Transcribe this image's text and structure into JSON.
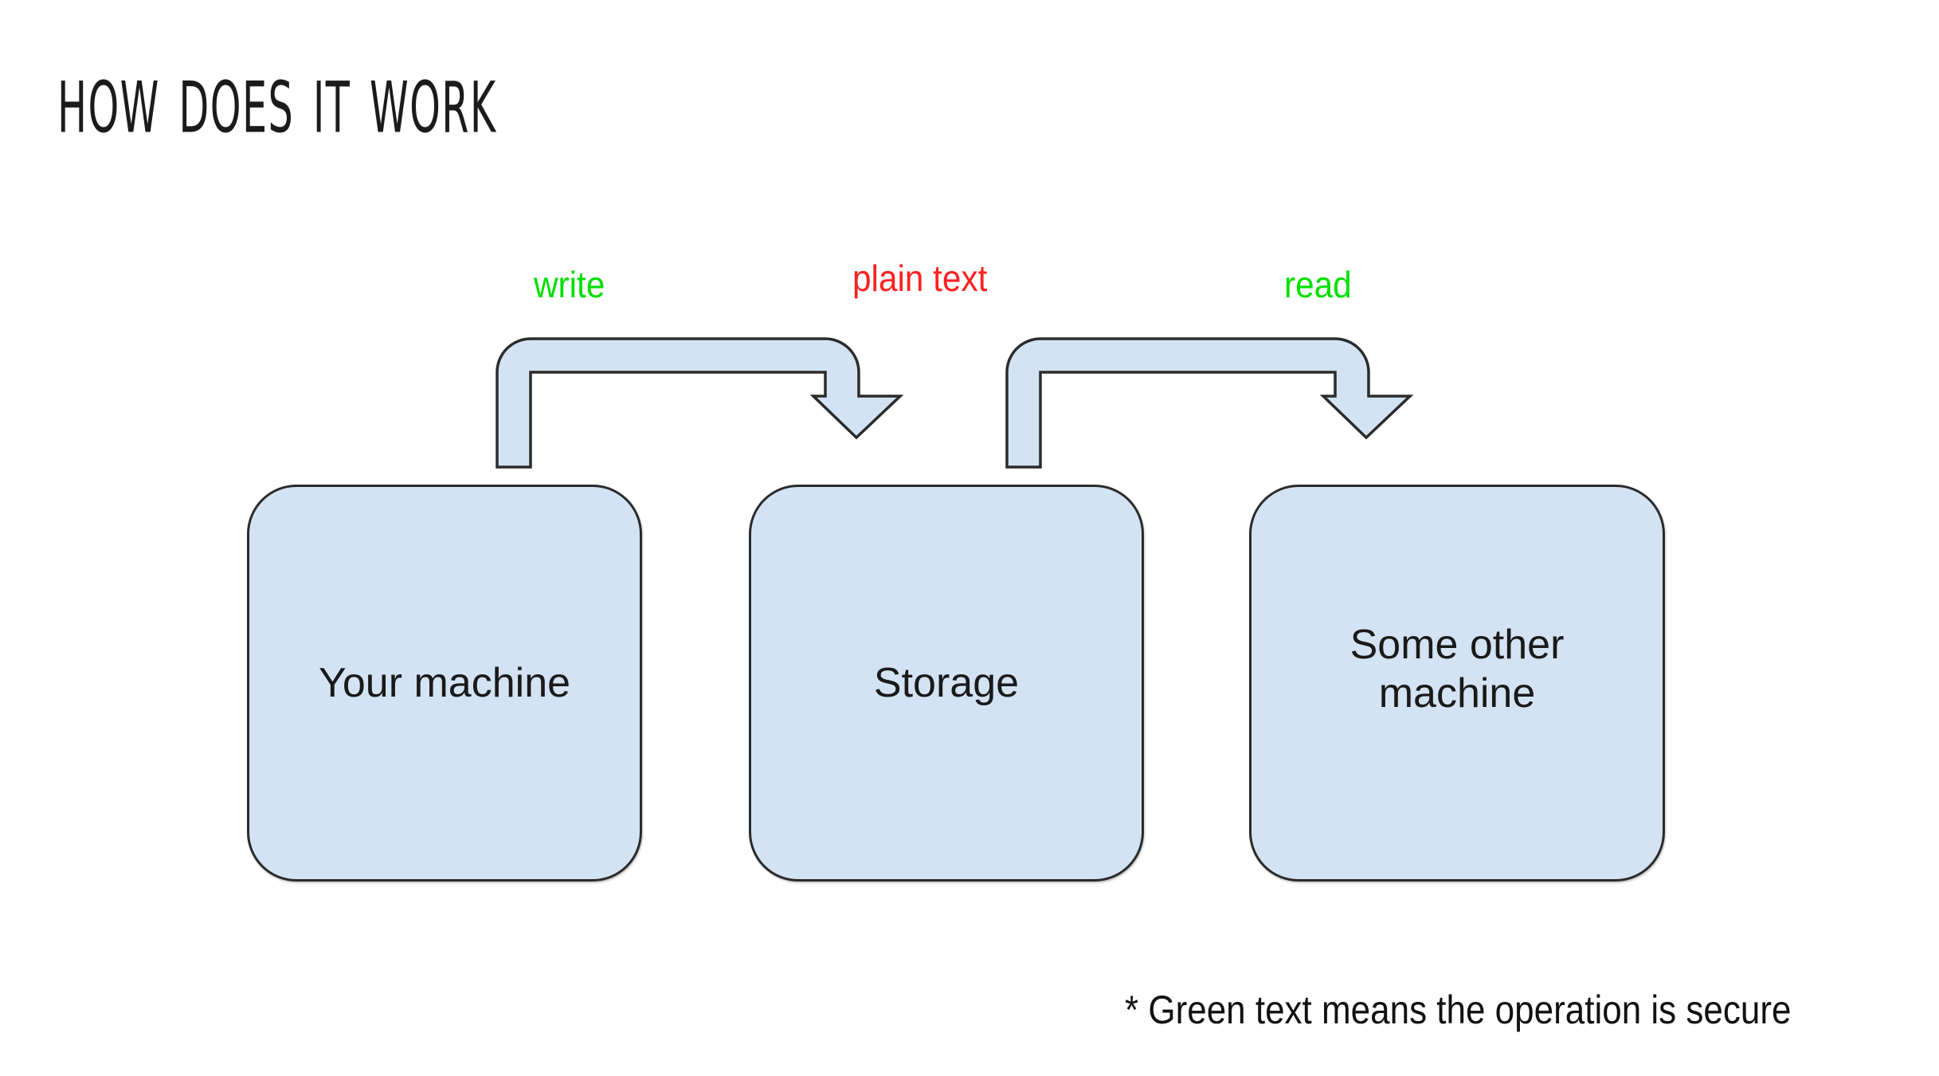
{
  "slide": {
    "title": "How does it work",
    "background_color": "#ffffff"
  },
  "palette": {
    "node_fill": "#d3e3f3",
    "node_stroke": "#2b2b2b",
    "arrow_fill": "#d3e3f3",
    "arrow_stroke": "#2b2b2b",
    "secure_label_color": "#00e000",
    "insecure_label_color": "#fb2222",
    "text_color": "#1a1a1a"
  },
  "diagram": {
    "nodes": [
      {
        "id": "your-machine",
        "label": "Your machine"
      },
      {
        "id": "storage",
        "label": "Storage"
      },
      {
        "id": "other-machine",
        "label_line1": "Some other",
        "label_line2": "machine"
      }
    ],
    "flows": [
      {
        "id": "write",
        "label": "write",
        "color": "#00e000",
        "secure": true,
        "from": "your-machine",
        "to": "storage"
      },
      {
        "id": "plain-text",
        "label": "plain text",
        "color": "#fb2222",
        "secure": false,
        "from": "storage",
        "to": "storage"
      },
      {
        "id": "read",
        "label": "read",
        "color": "#00e000",
        "secure": true,
        "from": "storage",
        "to": "other-machine"
      }
    ]
  },
  "footnote": {
    "text": "* Green text means the operation is secure"
  },
  "icons": {
    "arrow_write": "curved-arrow-right-icon",
    "arrow_read": "curved-arrow-right-icon"
  }
}
